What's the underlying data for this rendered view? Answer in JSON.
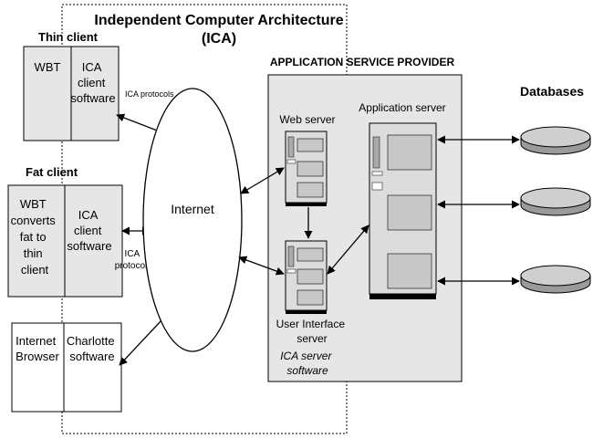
{
  "title": {
    "line1": "Independent Computer Architecture",
    "line2": "(ICA)"
  },
  "thin_client": {
    "heading": "Thin client",
    "left_label": "WBT",
    "right_label_lines": [
      "ICA",
      "client",
      "software"
    ],
    "protocol_label": "ICA protocols"
  },
  "fat_client": {
    "heading": "Fat client",
    "left_label_lines": [
      "WBT",
      "converts",
      "fat to",
      "thin",
      "client"
    ],
    "right_label_lines": [
      "ICA",
      "client",
      "software"
    ],
    "protocol_label_lines": [
      "ICA",
      "protocols"
    ]
  },
  "browser_client": {
    "left_label_lines": [
      "Internet",
      "Browser"
    ],
    "right_label_lines": [
      "Charlotte",
      "software"
    ]
  },
  "network": {
    "label": "Internet"
  },
  "asp": {
    "heading": "APPLICATION SERVICE PROVIDER",
    "web_server_label": "Web server",
    "ui_server_label_lines": [
      "User Interface",
      "server"
    ],
    "ica_server_label_lines": [
      "ICA server",
      "software"
    ],
    "app_server_label": "Application server"
  },
  "databases": {
    "heading": "Databases",
    "count": 3
  },
  "colors": {
    "box_fill": "#e6e6e6",
    "server_fill": "#dcdcdc",
    "db_fill": "#9a9a9a",
    "db_top": "#cfcfcf",
    "line": "#000000"
  }
}
